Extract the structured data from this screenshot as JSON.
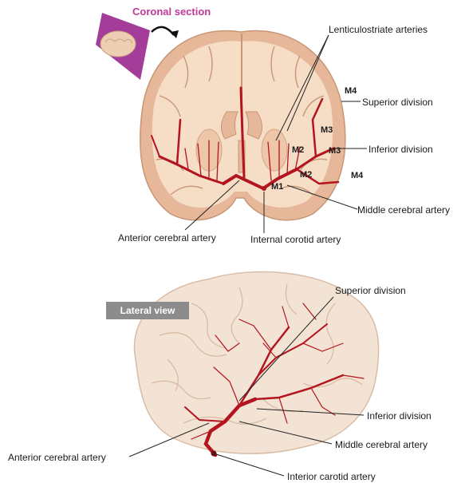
{
  "coronal": {
    "title": "Coronal section",
    "labels": {
      "lenticulostriate": "Lenticulostriate arteries",
      "superior_division": "Superior division",
      "inferior_division": "Inferior division",
      "middle_cerebral": "Middle cerebral artery",
      "anterior_cerebral": "Anterior cerebral artery",
      "internal_carotid": "Internal corotid artery"
    },
    "segments": {
      "m1": "M1",
      "m2_upper": "M2",
      "m2_lower": "M2",
      "m3_upper": "M3",
      "m3_lower": "M3",
      "m4_upper": "M4",
      "m4_lower": "M4"
    }
  },
  "lateral": {
    "badge": "Lateral view",
    "labels": {
      "superior_division": "Superior division",
      "inferior_division": "Inferior division",
      "middle_cerebral": "Middle cerebral artery",
      "anterior_cerebral": "Anterior cerebral artery",
      "interior_carotid": "Interior carotid artery"
    }
  },
  "colors": {
    "artery": "#b3141e",
    "cortex": "#e7b79a",
    "white_matter": "#f5ddc6",
    "lateral_brain": "#f3e3d4",
    "accent_title": "#c0399a",
    "badge": "#8c8c8c"
  }
}
